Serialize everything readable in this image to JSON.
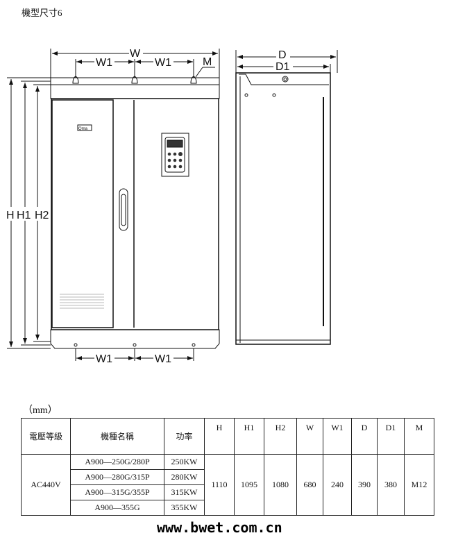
{
  "title": "機型尺寸6",
  "drawing": {
    "labels": {
      "W": "W",
      "W1": "W1",
      "M": "M",
      "D": "D",
      "D1": "D1",
      "H": "H",
      "H1": "H1",
      "H2": "H2"
    },
    "logo_text": "Qma"
  },
  "unit": "（mm）",
  "table": {
    "headers": [
      "電壓等級",
      "機種名稱",
      "功率",
      "H",
      "H1",
      "H2",
      "W",
      "W1",
      "D",
      "D1",
      "M"
    ],
    "voltage": "AC440V",
    "models": [
      {
        "name": "A900—250G/280P",
        "power": "250KW"
      },
      {
        "name": "A900—280G/315P",
        "power": "280KW"
      },
      {
        "name": "A900—315G/355P",
        "power": "315KW"
      },
      {
        "name": "A900—355G",
        "power": "355KW"
      }
    ],
    "dims": {
      "H": "1110",
      "H1": "1095",
      "H2": "1080",
      "W": "680",
      "W1": "240",
      "D": "390",
      "D1": "380",
      "M": "M12"
    }
  },
  "watermark": "www.bwet.com.cn"
}
